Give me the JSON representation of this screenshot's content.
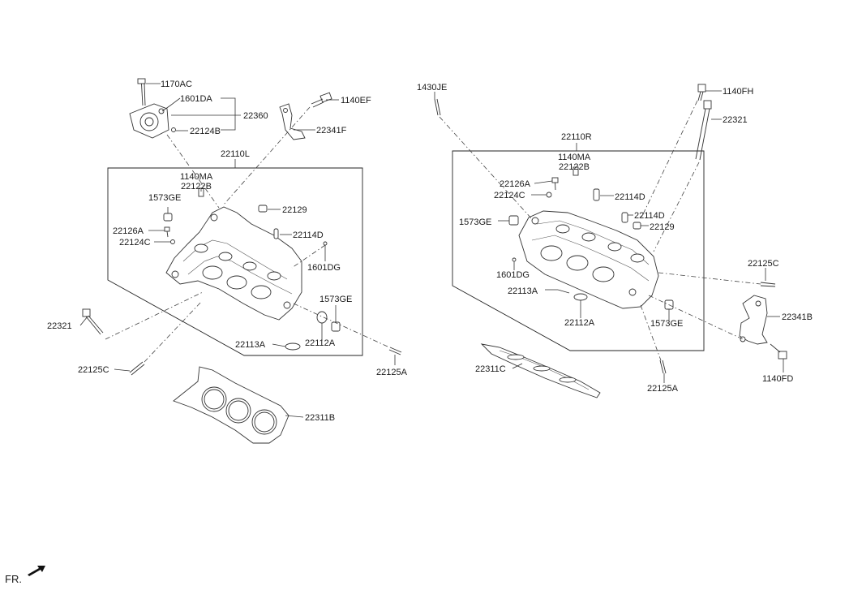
{
  "diagram": {
    "labels": {
      "p1170AC": "1170AC",
      "p1601DA": "1601DA",
      "p22360": "22360",
      "p22124B": "22124B",
      "p1140EF": "1140EF",
      "p22341F": "22341F",
      "p22110L": "22110L",
      "p1140MA_L": "1140MA",
      "p22122B_L": "22122B",
      "p1573GE_L1": "1573GE",
      "p22129_L": "22129",
      "p22126A_L": "22126A",
      "p22124C_L": "22124C",
      "p22114D_L": "22114D",
      "p1601DG_L": "1601DG",
      "p1573GE_L2": "1573GE",
      "p22321_L": "22321",
      "p22113A_L": "22113A",
      "p22112A_L": "22112A",
      "p22125C_L": "22125C",
      "p22125A_L": "22125A",
      "p22311B": "22311B",
      "p1430JE": "1430JE",
      "p1140FH": "1140FH",
      "p22321_R": "22321",
      "p22110R": "22110R",
      "p1140MA_R": "1140MA",
      "p22122B_R": "22122B",
      "p22126A_R": "22126A",
      "p22124C_R": "22124C",
      "p22114D_R1": "22114D",
      "p22114D_R2": "22114D",
      "p22129_R": "22129",
      "p1573GE_R1": "1573GE",
      "p1601DG_R": "1601DG",
      "p22113A_R": "22113A",
      "p22112A_R": "22112A",
      "p1573GE_R2": "1573GE",
      "p22125C_R": "22125C",
      "p22341B": "22341B",
      "p1140FD": "1140FD",
      "p22311C": "22311C",
      "p22125A_R": "22125A",
      "fr": "FR."
    }
  }
}
